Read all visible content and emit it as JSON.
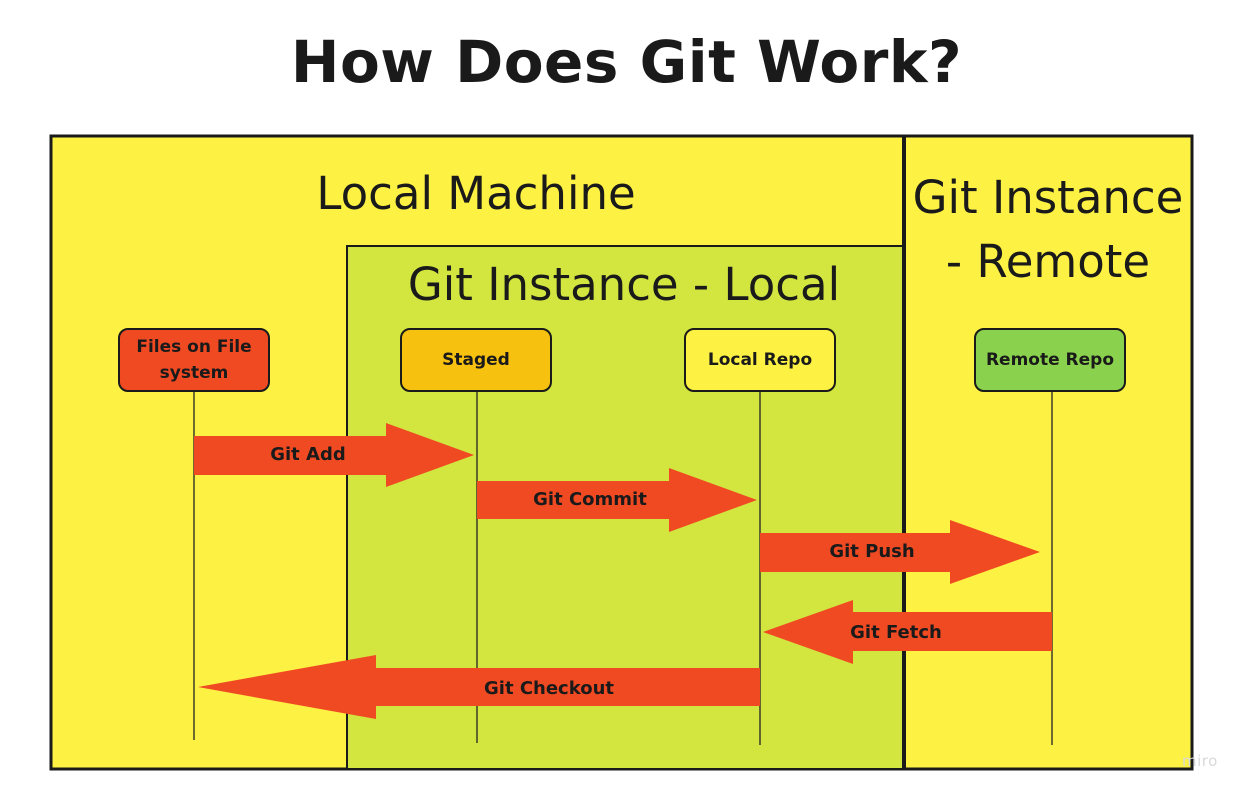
{
  "title": "How Does Git Work?",
  "regions": {
    "local_machine": "Local Machine",
    "git_local": "Git Instance - Local",
    "git_remote_line1": "Git Instance",
    "git_remote_line2": "- Remote"
  },
  "nodes": {
    "files_line1": "Files on File",
    "files_line2": "system",
    "staged": "Staged",
    "local_repo": "Local Repo",
    "remote_repo": "Remote Repo"
  },
  "arrows": {
    "git_add": "Git Add",
    "git_commit": "Git Commit",
    "git_push": "Git Push",
    "git_fetch": "Git Fetch",
    "git_checkout": "Git Checkout"
  },
  "watermark": "miro",
  "colors": {
    "yellow": "#fdf243",
    "lime": "#d2e63f",
    "arrow_red": "#f04a23",
    "node_red": "#f04a23",
    "node_orange": "#f7c10f",
    "node_yellow": "#fdf243",
    "node_green": "#8ad14d"
  }
}
